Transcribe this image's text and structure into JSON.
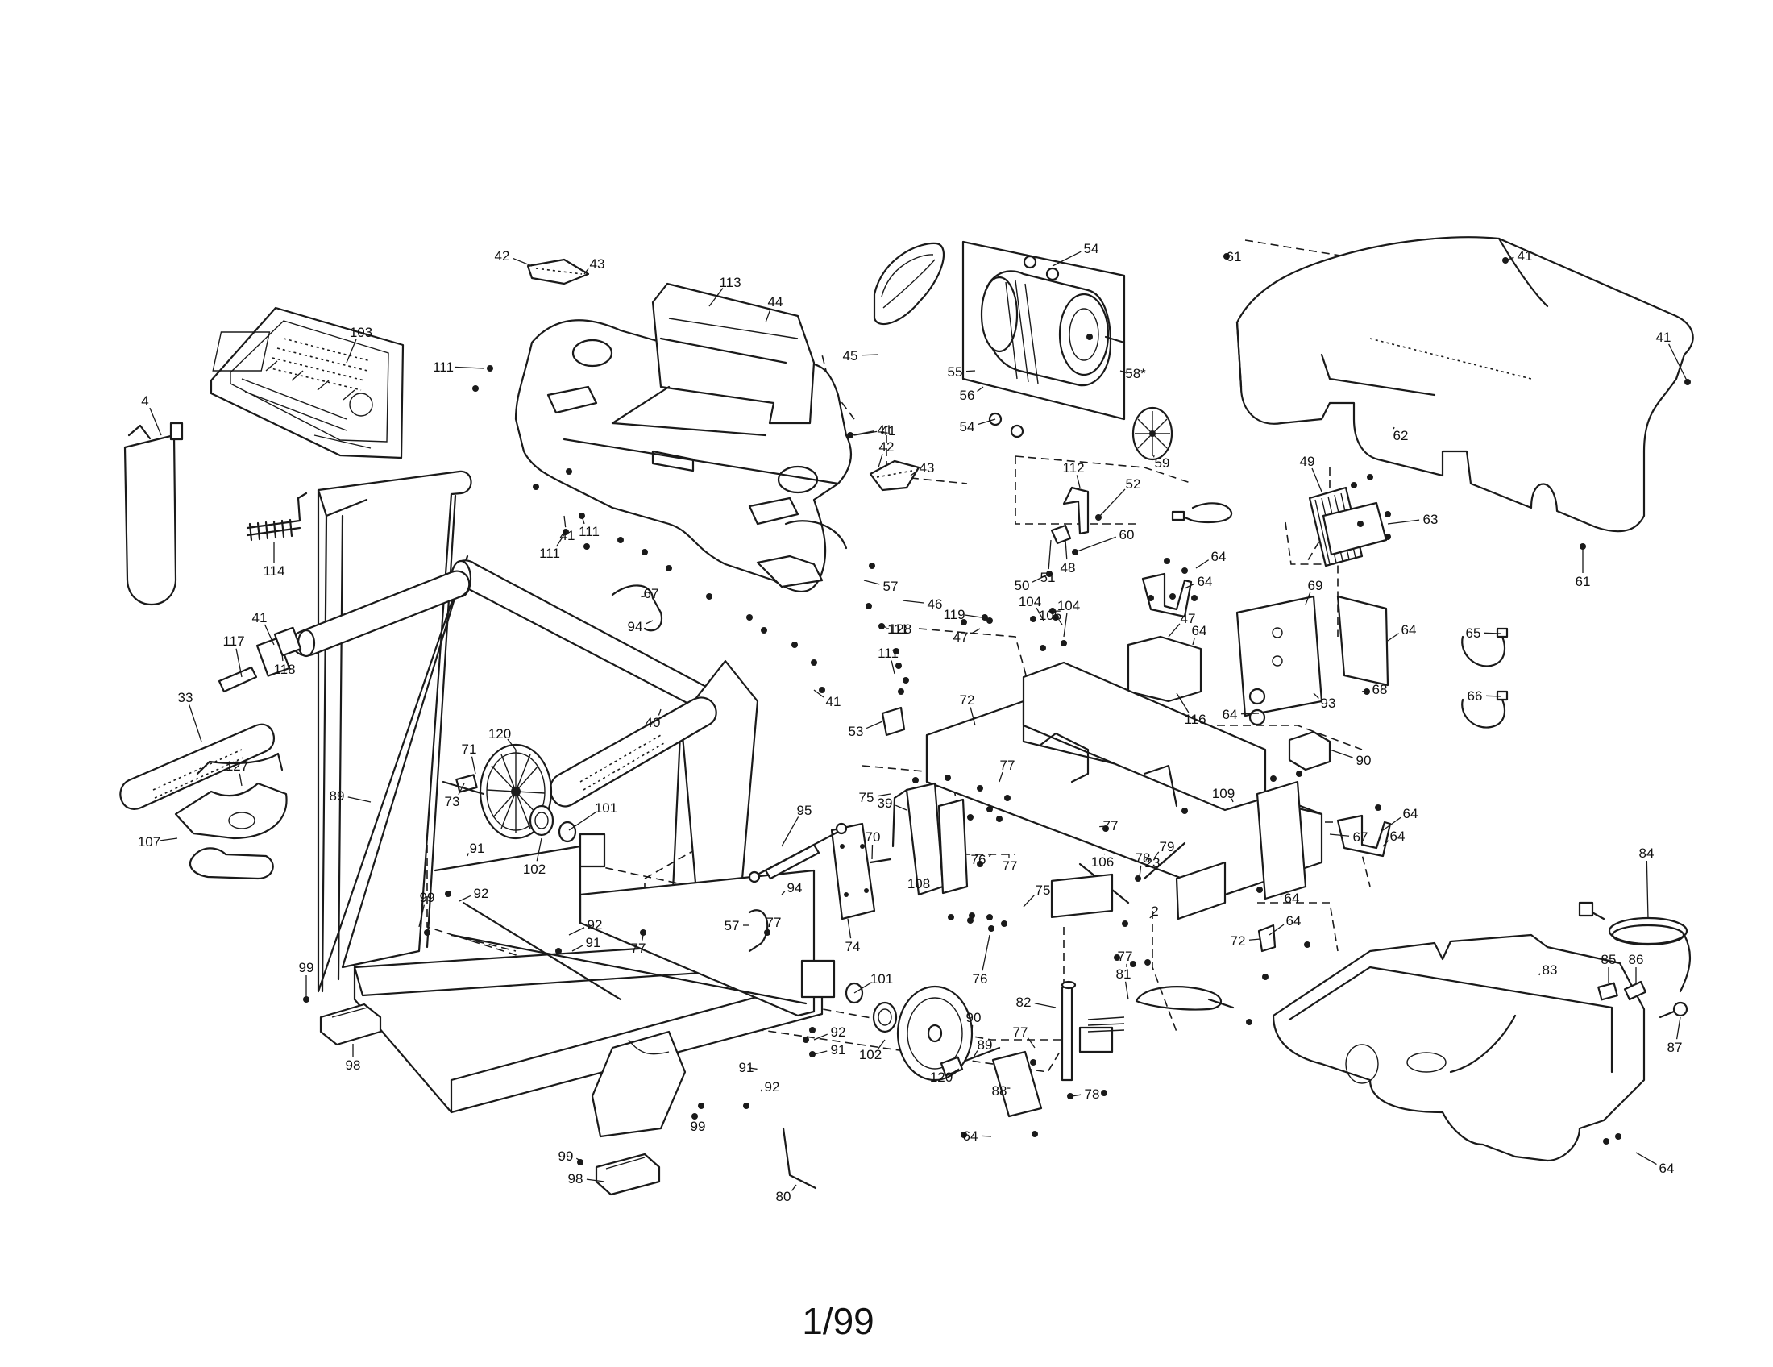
{
  "page_number": "1/99",
  "callouts": [
    {
      "label": "103"
    },
    {
      "label": "4"
    },
    {
      "label": "114"
    },
    {
      "label": "42"
    },
    {
      "label": "43"
    },
    {
      "label": "113"
    },
    {
      "label": "44"
    },
    {
      "label": "111"
    },
    {
      "label": "41"
    },
    {
      "label": "111"
    },
    {
      "label": "111"
    },
    {
      "label": "41"
    },
    {
      "label": "54"
    },
    {
      "label": "45"
    },
    {
      "label": "55"
    },
    {
      "label": "58*"
    },
    {
      "label": "56"
    },
    {
      "label": "54"
    },
    {
      "label": "59"
    },
    {
      "label": "41"
    },
    {
      "label": "42"
    },
    {
      "label": "43"
    },
    {
      "label": "61"
    },
    {
      "label": "41"
    },
    {
      "label": "62"
    },
    {
      "label": "41"
    },
    {
      "label": "61"
    },
    {
      "label": "112"
    },
    {
      "label": "52"
    },
    {
      "label": "60"
    },
    {
      "label": "48"
    },
    {
      "label": "51"
    },
    {
      "label": "50"
    },
    {
      "label": "49"
    },
    {
      "label": "63"
    },
    {
      "label": "64"
    },
    {
      "label": "64"
    },
    {
      "label": "67"
    },
    {
      "label": "94"
    },
    {
      "label": "57"
    },
    {
      "label": "46"
    },
    {
      "label": "111"
    },
    {
      "label": "41"
    },
    {
      "label": "117"
    },
    {
      "label": "118"
    },
    {
      "label": "119"
    },
    {
      "label": "47"
    },
    {
      "label": "104"
    },
    {
      "label": "105"
    },
    {
      "label": "104"
    },
    {
      "label": "47"
    },
    {
      "label": "64"
    },
    {
      "label": "116"
    },
    {
      "label": "69"
    },
    {
      "label": "64"
    },
    {
      "label": "65"
    },
    {
      "label": "128"
    },
    {
      "label": "41"
    },
    {
      "label": "111"
    },
    {
      "label": "64"
    },
    {
      "label": "93"
    },
    {
      "label": "68"
    },
    {
      "label": "66"
    },
    {
      "label": "33"
    },
    {
      "label": "40"
    },
    {
      "label": "53"
    },
    {
      "label": "72"
    },
    {
      "label": "71"
    },
    {
      "label": "120"
    },
    {
      "label": "90"
    },
    {
      "label": "127"
    },
    {
      "label": "73"
    },
    {
      "label": "89"
    },
    {
      "label": "39"
    },
    {
      "label": "77"
    },
    {
      "label": "75"
    },
    {
      "label": "109"
    },
    {
      "label": "64"
    },
    {
      "label": "64"
    },
    {
      "label": "67"
    },
    {
      "label": "107"
    },
    {
      "label": "101"
    },
    {
      "label": "102"
    },
    {
      "label": "95"
    },
    {
      "label": "70"
    },
    {
      "label": "76"
    },
    {
      "label": "77"
    },
    {
      "label": "77"
    },
    {
      "label": "78"
    },
    {
      "label": "106"
    },
    {
      "label": "79"
    },
    {
      "label": "23"
    },
    {
      "label": "77"
    },
    {
      "label": "91"
    },
    {
      "label": "108"
    },
    {
      "label": "94"
    },
    {
      "label": "92"
    },
    {
      "label": "99"
    },
    {
      "label": "57"
    },
    {
      "label": "77"
    },
    {
      "label": "64"
    },
    {
      "label": "84"
    },
    {
      "label": "92"
    },
    {
      "label": "91"
    },
    {
      "label": "74"
    },
    {
      "label": "75"
    },
    {
      "label": "2"
    },
    {
      "label": "64"
    },
    {
      "label": "72"
    },
    {
      "label": "77"
    },
    {
      "label": "76"
    },
    {
      "label": "99"
    },
    {
      "label": "101"
    },
    {
      "label": "90"
    },
    {
      "label": "81"
    },
    {
      "label": "83"
    },
    {
      "label": "85"
    },
    {
      "label": "86"
    },
    {
      "label": "82"
    },
    {
      "label": "92"
    },
    {
      "label": "91"
    },
    {
      "label": "89"
    },
    {
      "label": "77"
    },
    {
      "label": "87"
    },
    {
      "label": "98"
    },
    {
      "label": "102"
    },
    {
      "label": "91"
    },
    {
      "label": "92"
    },
    {
      "label": "120"
    },
    {
      "label": "88"
    },
    {
      "label": "78"
    },
    {
      "label": "99"
    },
    {
      "label": "64"
    },
    {
      "label": "64"
    },
    {
      "label": "99"
    },
    {
      "label": "98"
    },
    {
      "label": "80"
    }
  ]
}
